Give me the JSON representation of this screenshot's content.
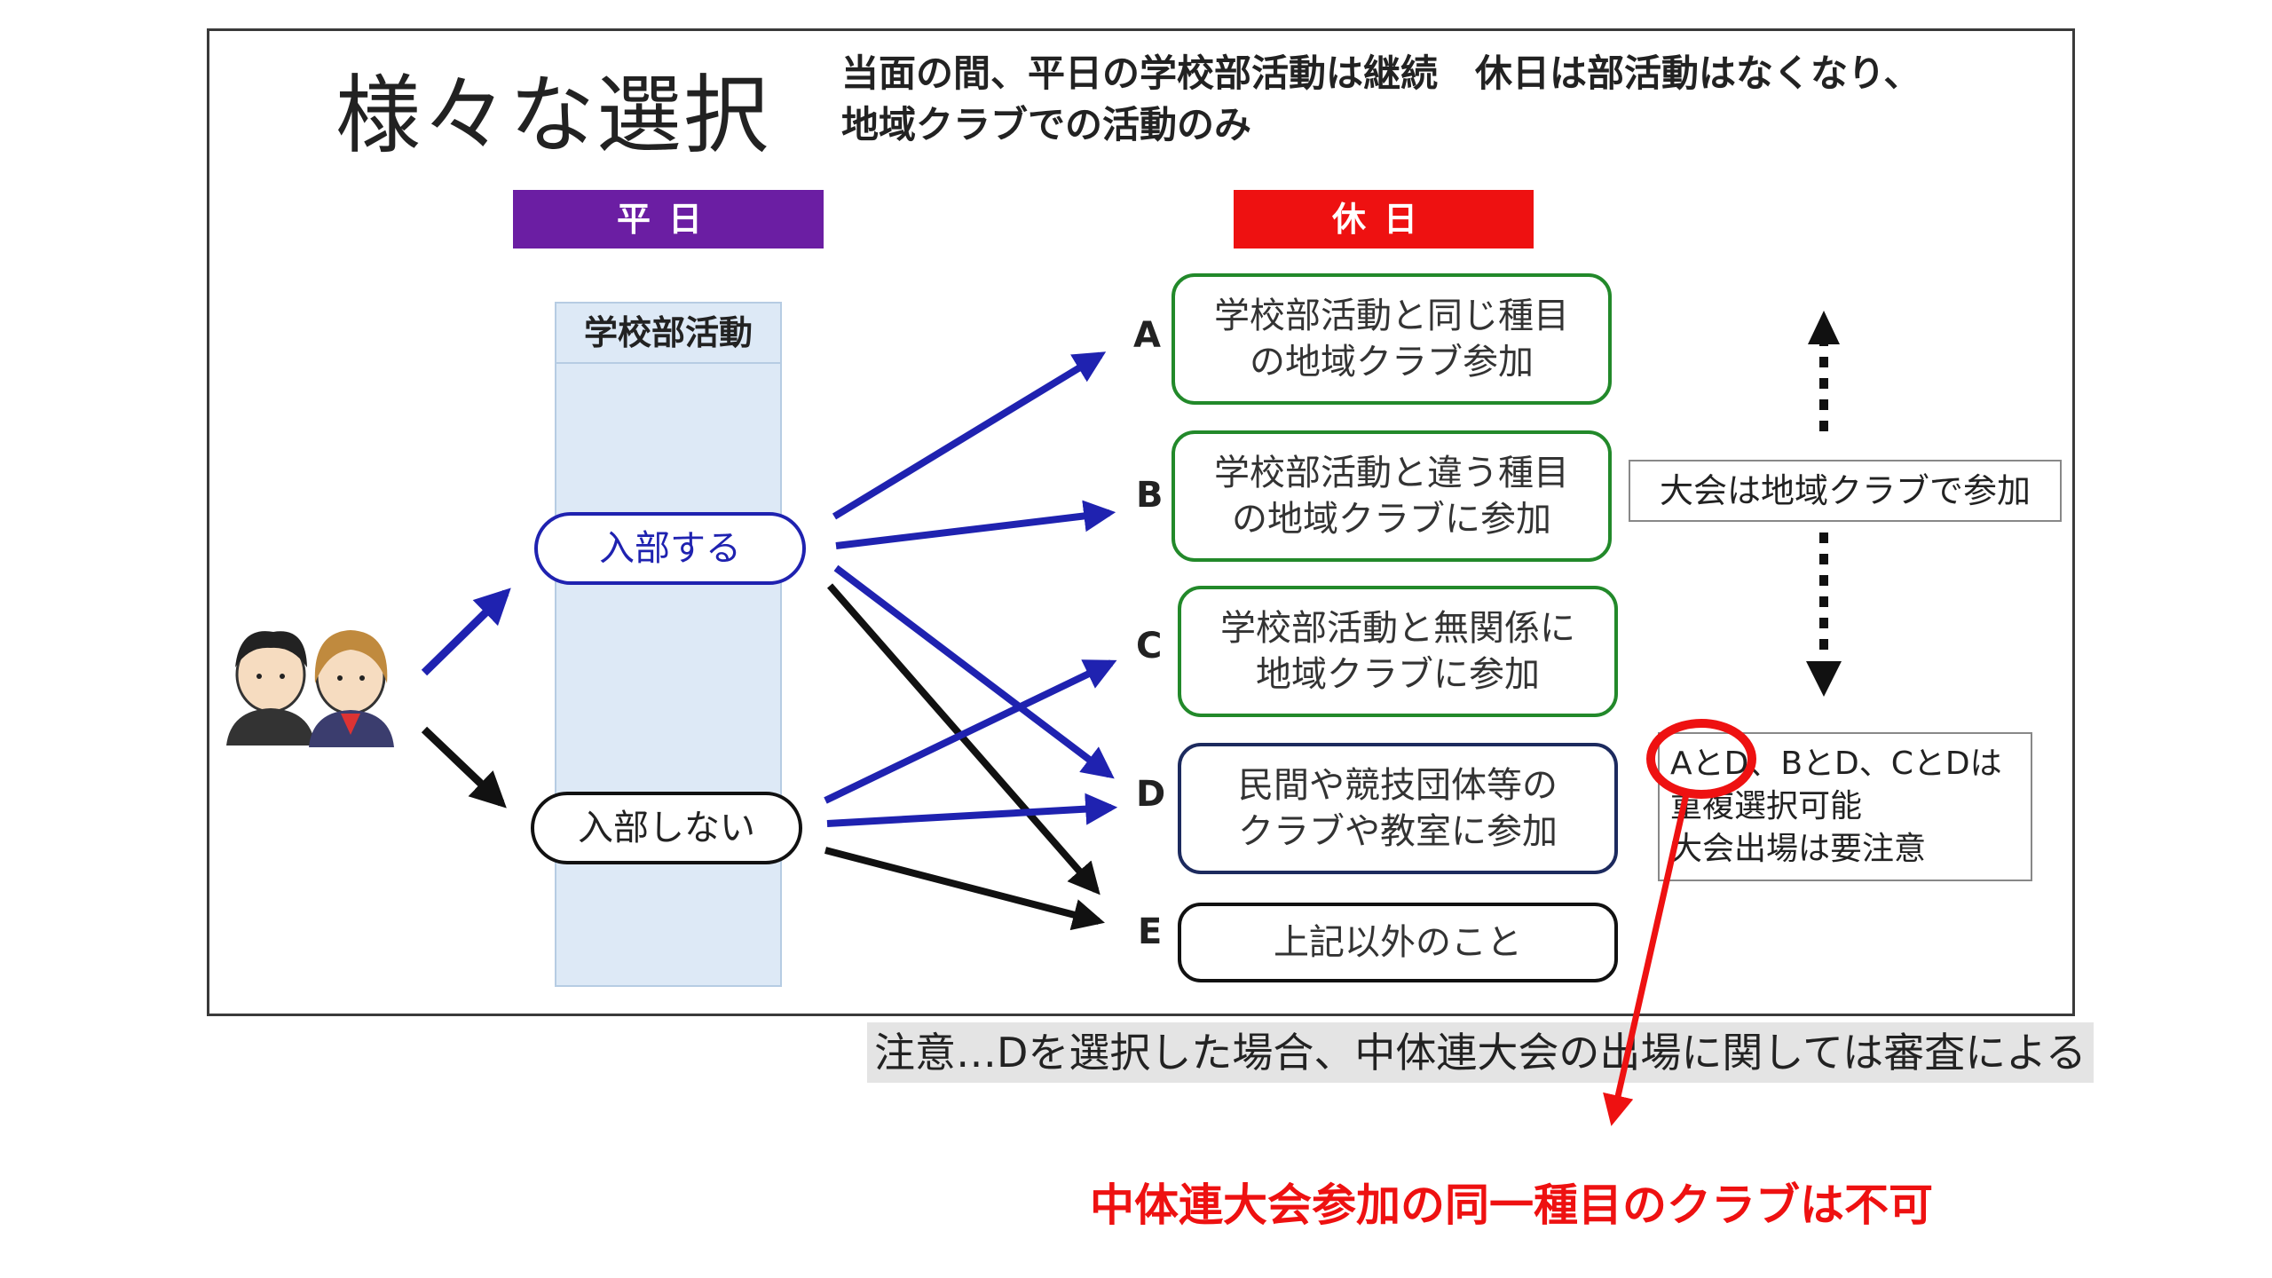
{
  "title": "様々な選択",
  "header_note": {
    "line1": "当面の間、平日の学校部活動は継続　休日は部活動はなくなり、",
    "line2": "地域クラブでの活動のみ"
  },
  "weekday_banner": "平日",
  "holiday_banner": "休日",
  "school_column_label": "学校部活動",
  "choices": {
    "join": "入部する",
    "not_join": "入部しない"
  },
  "options": [
    {
      "letter": "A",
      "lines": [
        "学校部活動と同じ種目",
        "の地域クラブ参加"
      ]
    },
    {
      "letter": "B",
      "lines": [
        "学校部活動と違う種目",
        "の地域クラブに参加"
      ]
    },
    {
      "letter": "C",
      "lines": [
        "学校部活動と無関係に",
        "地域クラブに参加"
      ]
    },
    {
      "letter": "D",
      "lines": [
        "民間や競技団体等の",
        "クラブや教室に参加"
      ]
    },
    {
      "letter": "E",
      "lines": [
        "上記以外のこと"
      ]
    }
  ],
  "tournament_note": "大会は地域クラブで参加",
  "dual_selection_note": [
    "AとD、BとD、CとDは",
    "重複選択可能",
    "大会出場は要注意"
  ],
  "caution_note": "注意…Dを選択した場合、中体連大会の出場に関しては審査による",
  "red_annotation": "中体連大会参加の同一種目のクラブは不可",
  "colors": {
    "weekday": "#6b1ea3",
    "holiday": "#ee1111",
    "join_arrow": "#1f22b0",
    "no_join_arrow": "#111111",
    "option_border_green": "#22892a",
    "option_border_navy": "#1c2a5e",
    "annotation_red": "#ee1111"
  },
  "icons": [
    "students-illustration",
    "dotted-double-arrow-icon",
    "red-circle-highlight",
    "red-pointer-arrow"
  ]
}
